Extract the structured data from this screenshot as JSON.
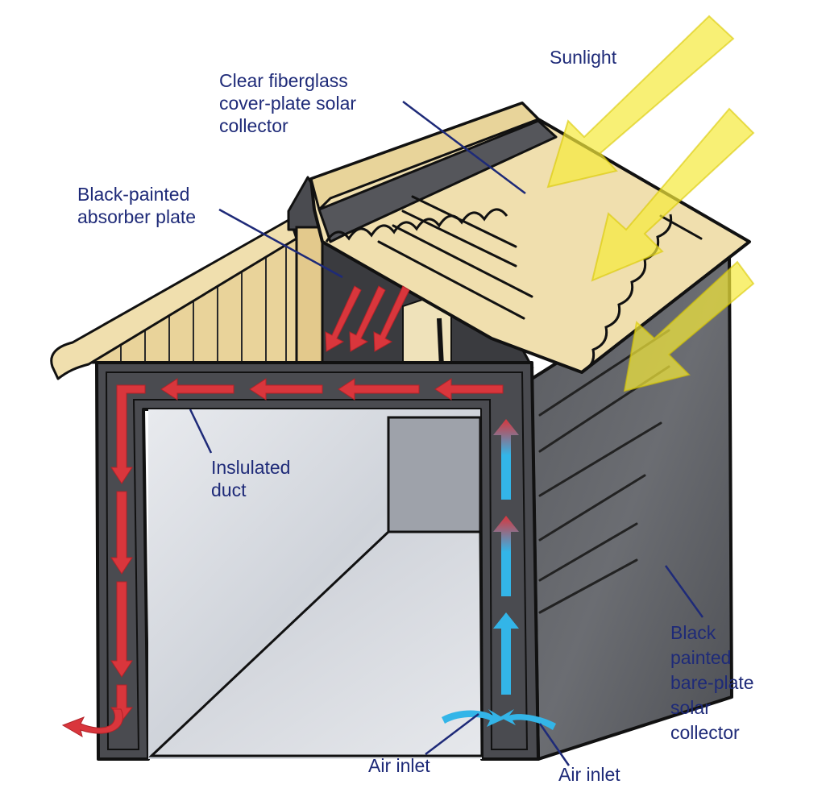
{
  "labels": {
    "sunlight": "Sunlight",
    "clear_collector": [
      "Clear fiberglass",
      "cover-plate solar",
      "collector"
    ],
    "absorber": [
      "Black-painted",
      "absorber plate"
    ],
    "duct": [
      "Inslulated",
      "duct"
    ],
    "bare_plate": [
      "Black",
      "painted",
      "bare-plate",
      "solar",
      "collector"
    ],
    "air_inlet_left": "Air inlet",
    "air_inlet_right": "Air inlet"
  },
  "colors": {
    "label_text": "#1e2a78",
    "leader_line": "#1e2a78",
    "wall_dark": "#505257",
    "duct_frame": "#3d3f44",
    "roof_tan": "#f0dfae",
    "gable_wood": "#e9d39a",
    "sunlight_arrow": "#f5ea3a",
    "warm_air_arrow": "#d9363c",
    "cool_air_arrow": "#33b5e8"
  }
}
